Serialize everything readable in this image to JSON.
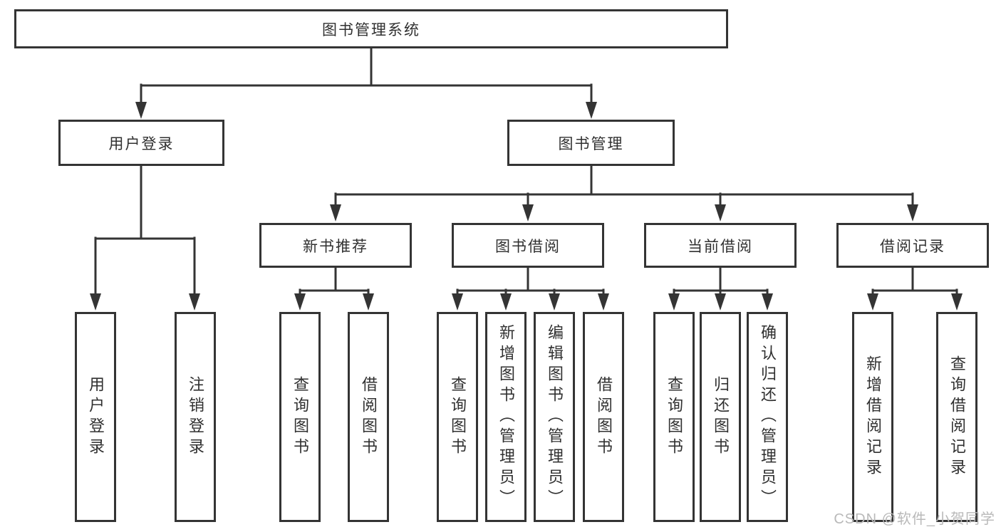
{
  "diagram": {
    "type": "hierarchy-diagram",
    "watermark": "CSDN @软件_小贺同学",
    "colors": {
      "line": "#343434",
      "box_border": "#343434",
      "text": "#303030",
      "watermark": "#b9b9b9",
      "background": "#ffffff"
    },
    "tree": {
      "label": "图书管理系统",
      "children": [
        {
          "label": "用户登录",
          "children": [
            {
              "label": "用户登录"
            },
            {
              "label": "注销登录"
            }
          ]
        },
        {
          "label": "图书管理",
          "children": [
            {
              "label": "新书推荐",
              "children": [
                {
                  "label": "查询图书"
                },
                {
                  "label": "借阅图书"
                }
              ]
            },
            {
              "label": "图书借阅",
              "children": [
                {
                  "label": "查询图书"
                },
                {
                  "label": "新增图书（管理员）"
                },
                {
                  "label": "编辑图书（管理员）"
                },
                {
                  "label": "借阅图书"
                }
              ]
            },
            {
              "label": "当前借阅",
              "children": [
                {
                  "label": "查询图书"
                },
                {
                  "label": "归还图书"
                },
                {
                  "label": "确认归还（管理员）"
                }
              ]
            },
            {
              "label": "借阅记录",
              "children": [
                {
                  "label": "新增借阅记录"
                },
                {
                  "label": "查询借阅记录"
                }
              ]
            }
          ]
        }
      ]
    }
  }
}
